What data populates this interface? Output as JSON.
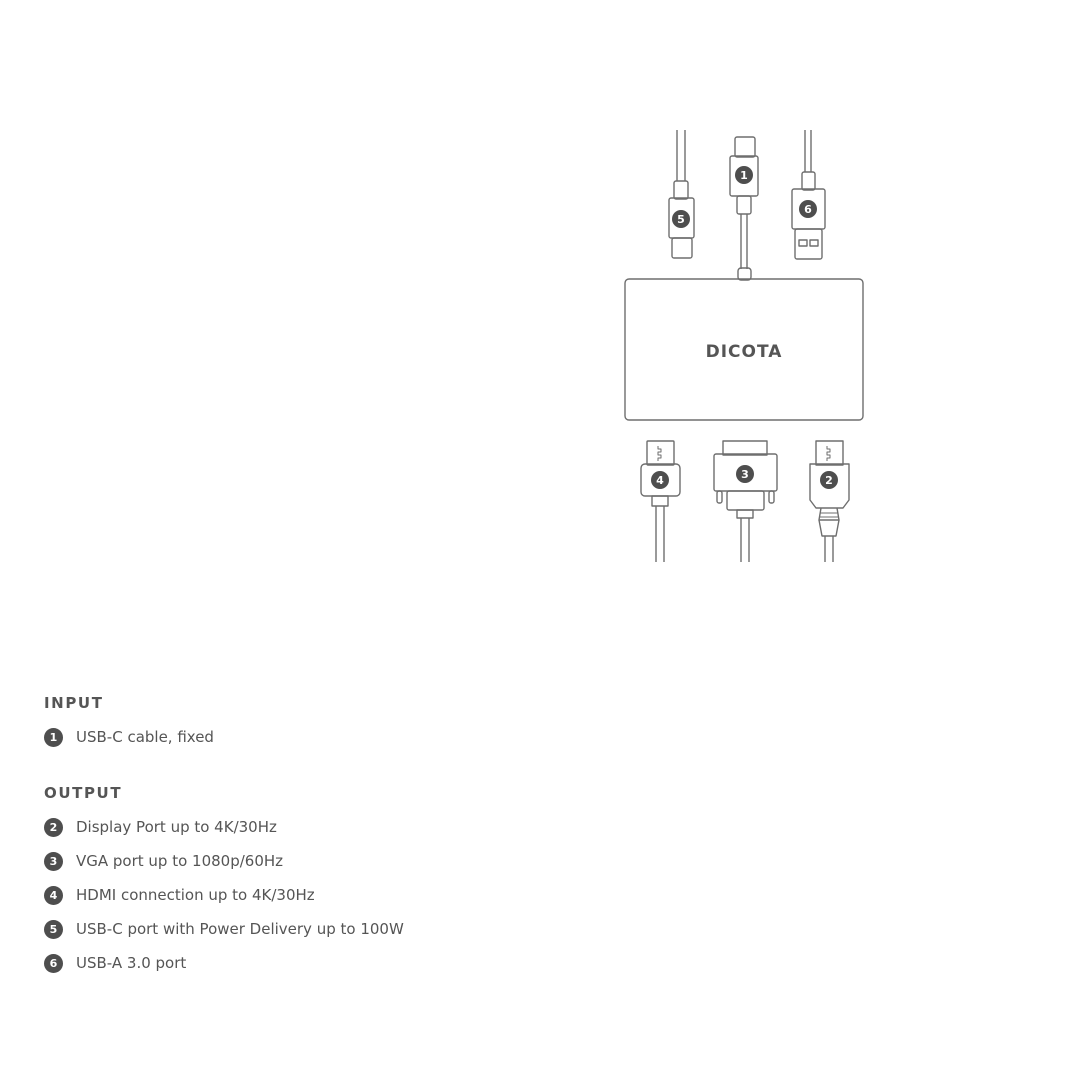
{
  "diagram": {
    "brand": "DICOTA",
    "line_color": "#6e6e6e",
    "badge_color": "#4e4e4e",
    "connectors": {
      "top": [
        {
          "number": "5",
          "type": "USB-C"
        },
        {
          "number": "1",
          "type": "USB-C"
        },
        {
          "number": "6",
          "type": "USB-A"
        }
      ],
      "bottom": [
        {
          "number": "4",
          "type": "HDMI"
        },
        {
          "number": "3",
          "type": "VGA"
        },
        {
          "number": "2",
          "type": "DisplayPort"
        }
      ]
    }
  },
  "legend": {
    "input": {
      "title": "INPUT",
      "items": [
        {
          "number": "1",
          "label": "USB-C cable, fixed"
        }
      ]
    },
    "output": {
      "title": "OUTPUT",
      "items": [
        {
          "number": "2",
          "label": "Display Port up to 4K/30Hz"
        },
        {
          "number": "3",
          "label": "VGA port up to 1080p/60Hz"
        },
        {
          "number": "4",
          "label": "HDMI connection up to 4K/30Hz"
        },
        {
          "number": "5",
          "label": "USB-C port with Power Delivery up to 100W"
        },
        {
          "number": "6",
          "label": "USB-A 3.0 port"
        }
      ]
    }
  }
}
